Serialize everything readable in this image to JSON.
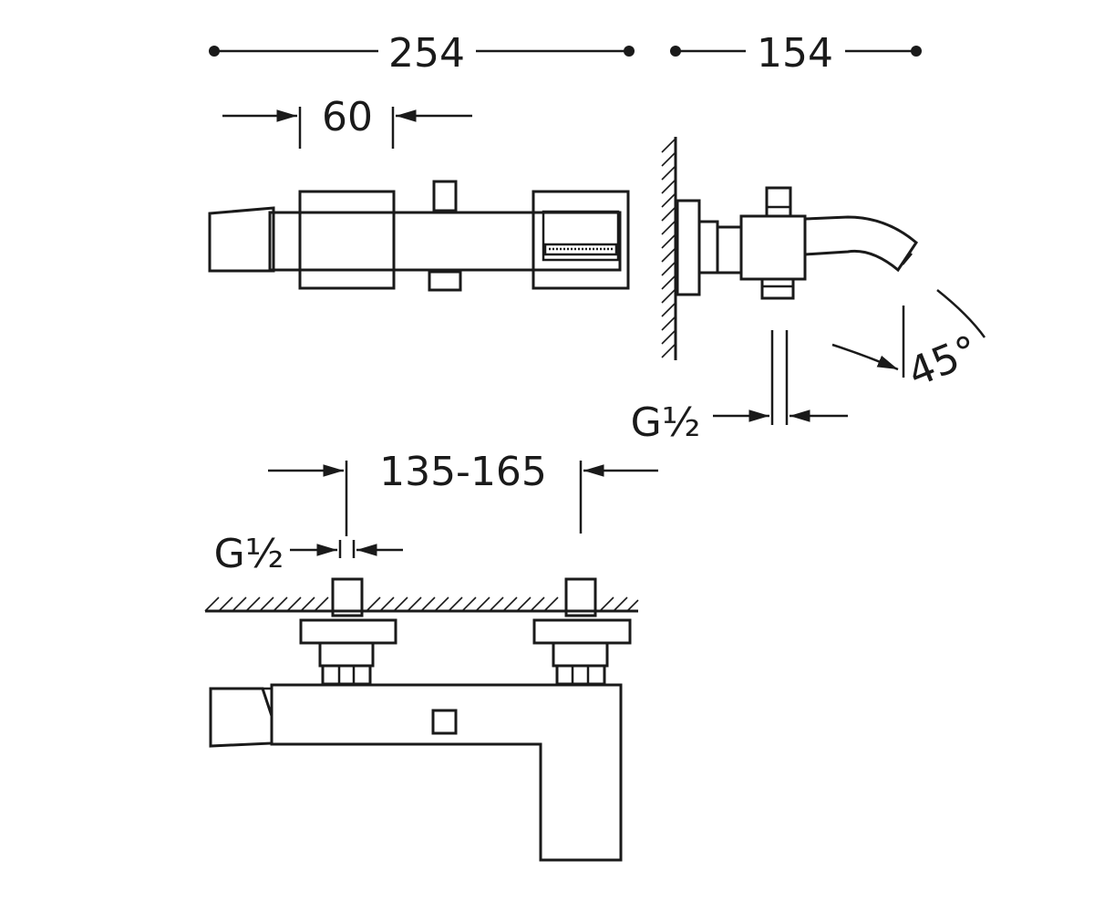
{
  "dimensions": {
    "overall_length": "254",
    "depth": "154",
    "handle_width": "60",
    "connection_top": "G½",
    "spout_angle": "45°",
    "centers": "135-165",
    "connection_bottom": "G½"
  }
}
